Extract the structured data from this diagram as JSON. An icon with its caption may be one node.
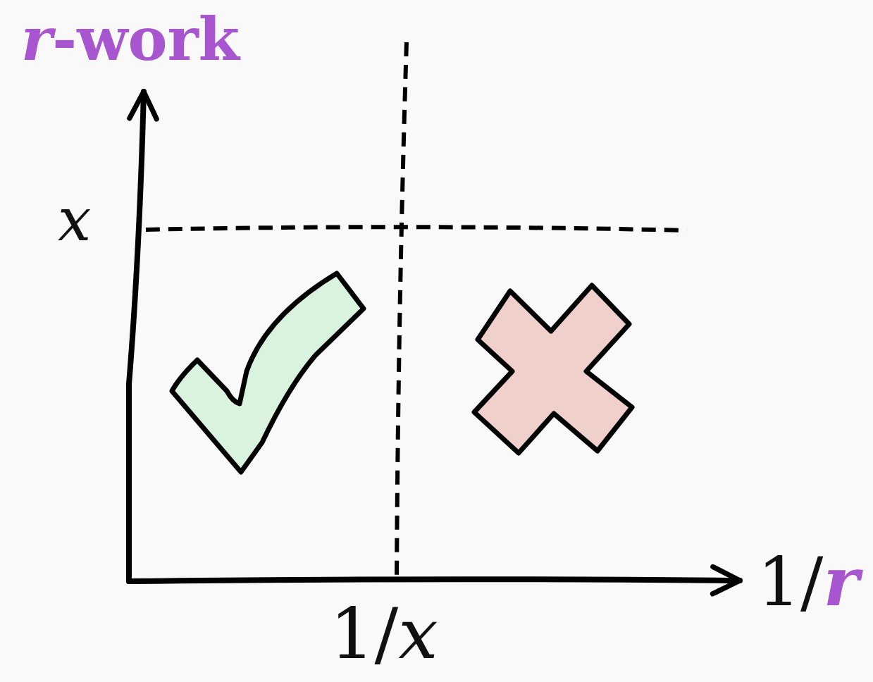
{
  "diagram": {
    "labels": [
      "*r*-work",
      "*x*",
      "1/*x*",
      "1/*r*"
    ]
  }
}
